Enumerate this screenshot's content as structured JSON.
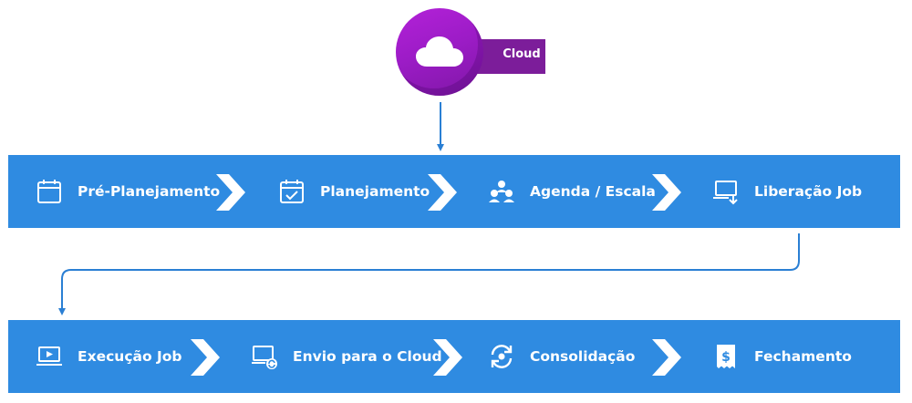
{
  "cloud": {
    "label": "Cloud"
  },
  "row1": {
    "steps": [
      {
        "label": "Pré-Planejamento",
        "icon": "calendar-icon"
      },
      {
        "label": "Planejamento",
        "icon": "calendar-check-icon"
      },
      {
        "label": "Agenda / Escala",
        "icon": "team-icon"
      },
      {
        "label": "Liberação Job",
        "icon": "laptop-download-icon"
      }
    ]
  },
  "row2": {
    "steps": [
      {
        "label": "Execução Job",
        "icon": "laptop-play-icon"
      },
      {
        "label": "Envio para o Cloud",
        "icon": "laptop-sync-icon"
      },
      {
        "label": "Consolidação",
        "icon": "refresh-cycle-icon"
      },
      {
        "label": "Fechamento",
        "icon": "receipt-dollar-icon"
      }
    ]
  },
  "colors": {
    "bar": "#2f8be1",
    "connector": "#2a7fd4",
    "cloud": "#9d1cc7",
    "cloud_tab": "#7c1d9a"
  }
}
